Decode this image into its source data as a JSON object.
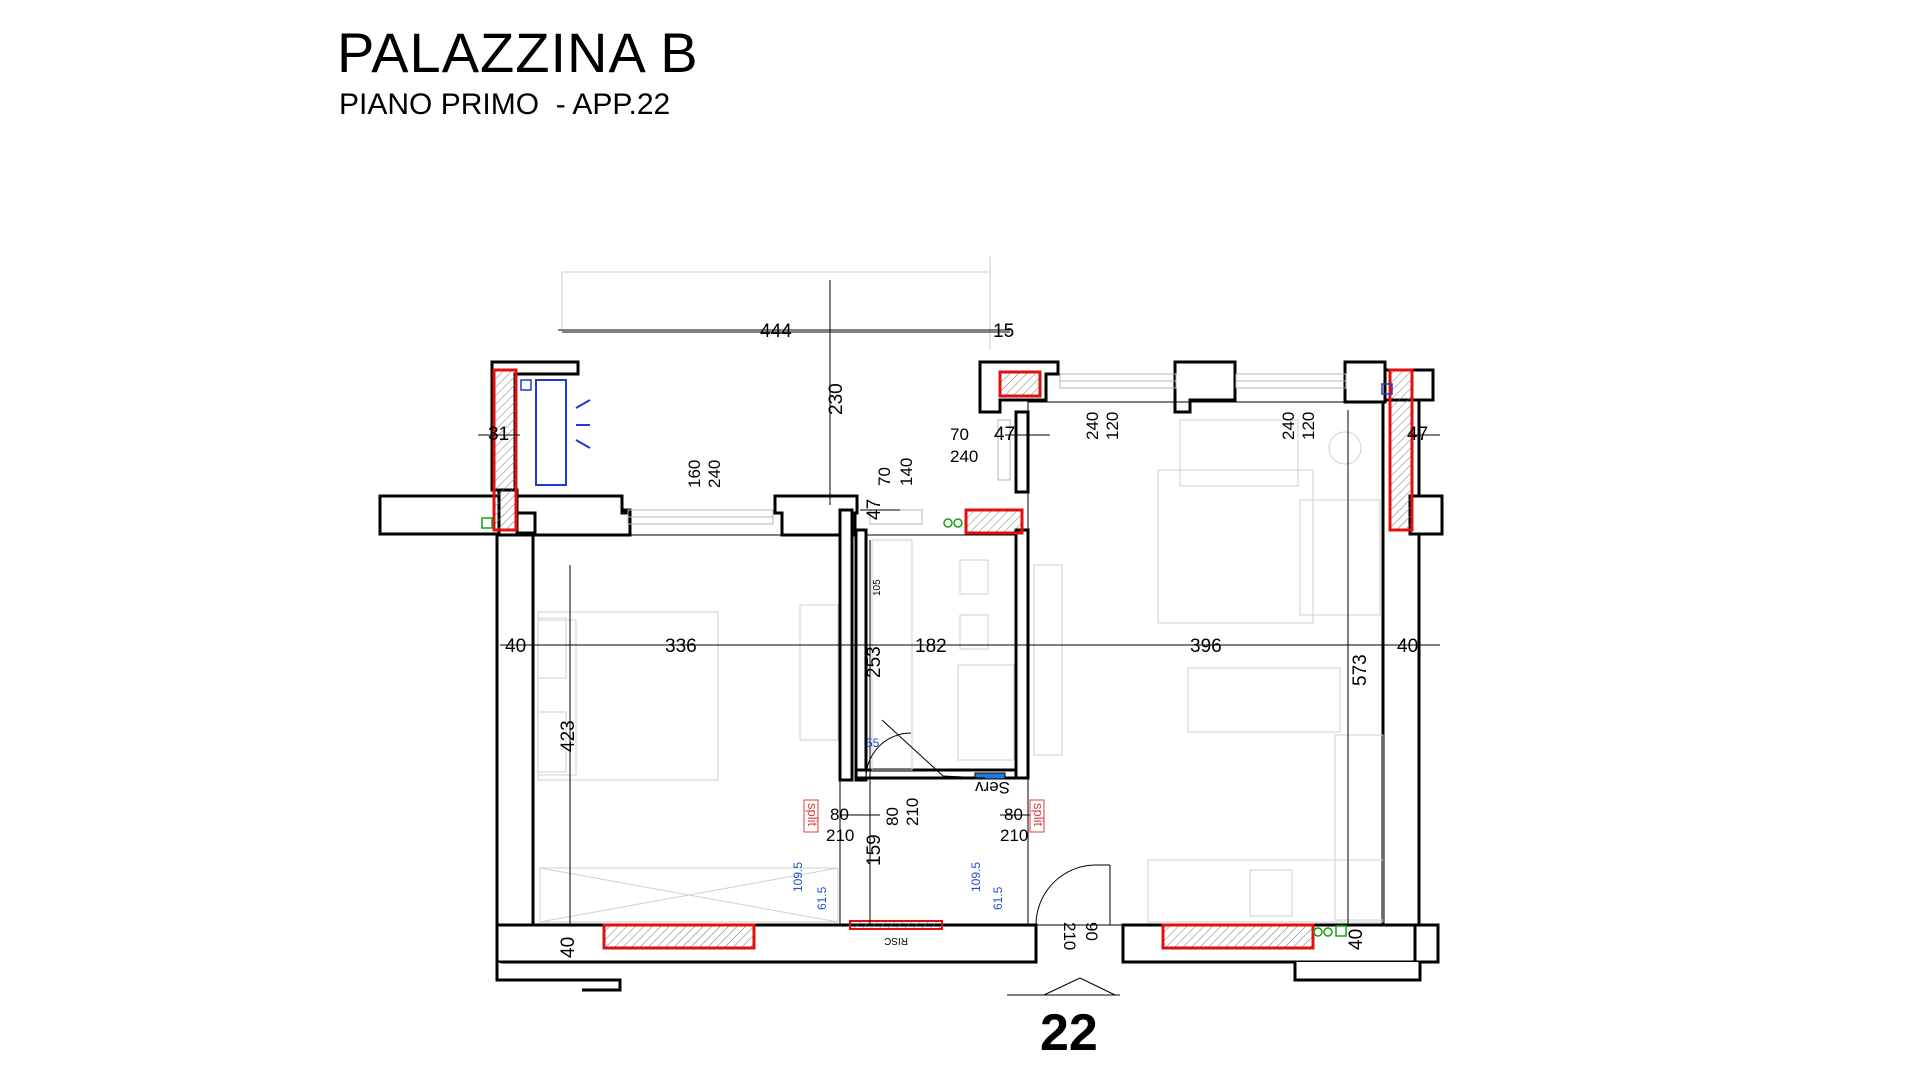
{
  "header": {
    "title": "PALAZZINA B",
    "subtitle": "PIANO PRIMO  - APP.22"
  },
  "unit_label": "22",
  "dimensions": {
    "top_width": "444",
    "top_offset": "15",
    "balcony_depth": "230",
    "left_wall": "31",
    "right_top_wall": "47",
    "left_outer": "40",
    "bedroom_width": "336",
    "bath_width": "182",
    "living_width": "396",
    "right_outer": "40",
    "bath_height": "253",
    "bedroom_height": "423",
    "living_height": "573",
    "corridor_height": "159",
    "bottom_left": "40",
    "bottom_right": "40",
    "bath_wall": "47",
    "kitchen_wall": "47"
  },
  "windows": {
    "bedroom": [
      "160",
      "240"
    ],
    "living_a": [
      "120",
      "240"
    ],
    "living_b": [
      "120",
      "240"
    ],
    "small_w": "70",
    "small_h": "240",
    "bath_w": "70",
    "bath_h": "140"
  },
  "doors": {
    "bath_door": [
      "80",
      "210"
    ],
    "bedroom_door": [
      "80",
      "210"
    ],
    "living_door": [
      "80",
      "210"
    ],
    "entrance_door": [
      "90",
      "210"
    ]
  },
  "annotations": {
    "bath_swing": "55",
    "bath_small": "105",
    "split_label": "split",
    "heights": [
      "109.5",
      "61.5"
    ],
    "heights_right": [
      "109.5",
      "61.5"
    ],
    "risc": "RISC",
    "serv": "Serv"
  }
}
